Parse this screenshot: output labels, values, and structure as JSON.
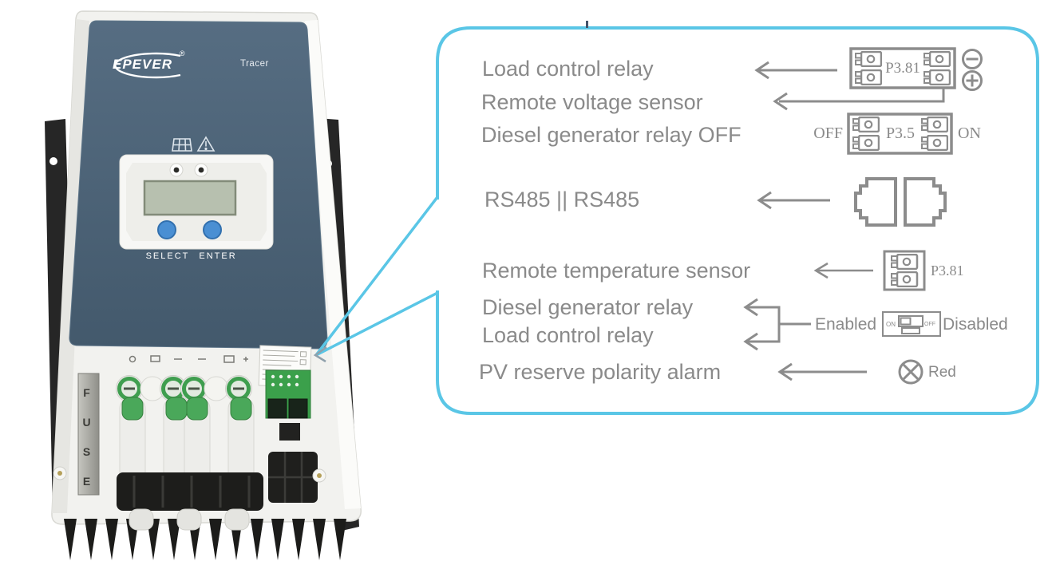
{
  "title": "EPEVER Tracer charge controller interface callout diagram",
  "device": {
    "brand": "EPEVER",
    "registered_mark": "®",
    "model": "Tracer",
    "select_label": "SELECT",
    "enter_label": "ENTER",
    "fuse_label": "FUSE"
  },
  "callout": {
    "rows": [
      {
        "label": "Load control relay"
      },
      {
        "label": "Remote voltage sensor"
      },
      {
        "label": "Diesel generator relay OFF"
      },
      {
        "label": "RS485 || RS485"
      },
      {
        "label": "Remote temperature sensor"
      },
      {
        "label": "Diesel generator relay"
      },
      {
        "label": "Load control relay"
      },
      {
        "label": "PV reserve polarity alarm"
      }
    ],
    "connector_top_label": "P3.81",
    "diesel_off_left": "OFF",
    "connector_mid_label": "P3.5",
    "diesel_on_right": "ON",
    "temp_connector_label": "P3.81",
    "enabled_label": "Enabled",
    "disabled_label": "Disabled",
    "switch_on": "ON",
    "switch_off": "OFF",
    "alarm_color_label": "Red"
  },
  "colors": {
    "bubble_border": "#5ac6e6",
    "label_text": "#8a8a8a",
    "diagram_line": "#8c8c8c",
    "device_face": "#4d6377",
    "button_blue": "#4a8fd3",
    "terminal_green": "#3f9e4f",
    "alarm_lamp": "Red"
  }
}
